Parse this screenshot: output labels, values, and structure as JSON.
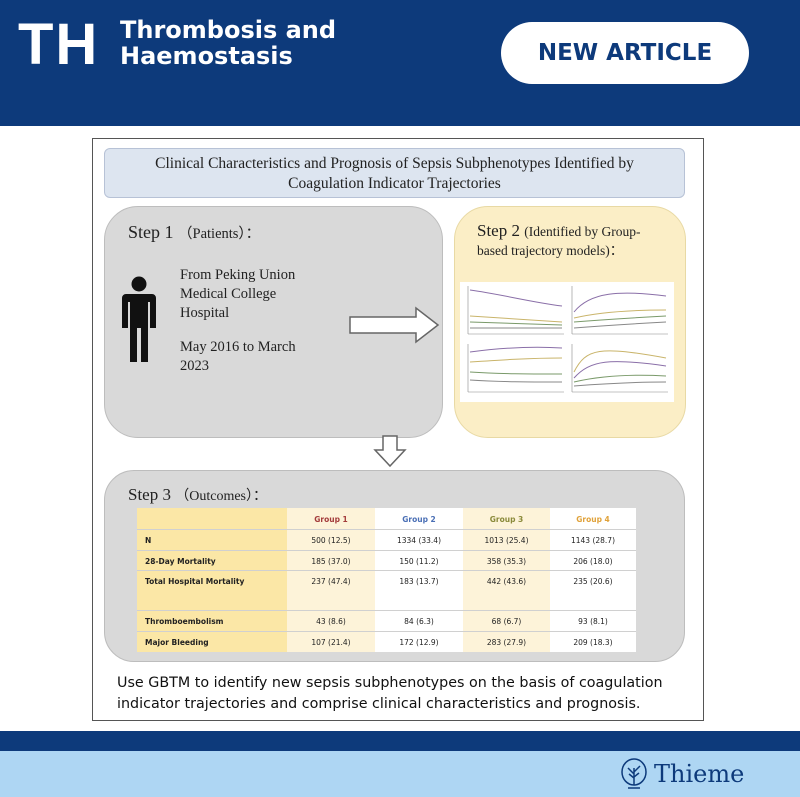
{
  "header": {
    "logo_abbr": "TH",
    "journal_line1": "Thrombosis and",
    "journal_line2": "Haemostasis",
    "badge": "NEW ARTICLE",
    "colors": {
      "primary": "#0d3a7b",
      "light_band": "#aed6f3"
    }
  },
  "abstract": {
    "title_line1": "Clinical Characteristics and Prognosis of Sepsis Subphenotypes Identified by",
    "title_line2": "Coagulation Indicator Trajectories",
    "step1": {
      "title": "Step 1",
      "subtitle": "（Patients）：",
      "source_line1": "From Peking Union",
      "source_line2": "Medical College",
      "source_line3": "Hospital",
      "period_line1": "May 2016 to March",
      "period_line2": "2023",
      "icon": "person-icon"
    },
    "step2": {
      "title": "Step 2",
      "subtitle_line1": "(Identified by Group-",
      "subtitle_line2": "based trajectory models)："
    },
    "step3": {
      "title": "Step 3",
      "subtitle": "（Outcomes）：",
      "table": {
        "headers": [
          "Group 1",
          "Group 2",
          "Group 3",
          "Group 4"
        ],
        "header_colors": [
          "#a33b3b",
          "#4a6fb5",
          "#8a8a3a",
          "#e0a23a"
        ],
        "rows": [
          {
            "label": "N",
            "values": [
              "500 (12.5)",
              "1334 (33.4)",
              "1013 (25.4)",
              "1143 (28.7)"
            ]
          },
          {
            "label": "28-Day Mortality",
            "values": [
              "185 (37.0)",
              "150 (11.2)",
              "358 (35.3)",
              "206 (18.0)"
            ]
          },
          {
            "label": "Total Hospital Mortality",
            "values": [
              "237 (47.4)",
              "183 (13.7)",
              "442 (43.6)",
              "235 (20.6)"
            ]
          },
          {
            "label": "Thromboembolism",
            "values": [
              "43 (8.6)",
              "84 (6.3)",
              "68 (6.7)",
              "93 (8.1)"
            ]
          },
          {
            "label": "Major Bleeding",
            "values": [
              "107 (21.4)",
              "172 (12.9)",
              "283 (27.9)",
              "209 (18.3)"
            ]
          }
        ]
      }
    },
    "conclusion_line1": "Use GBTM to identify new sepsis subphenotypes on the basis of coagulation",
    "conclusion_line2": "indicator trajectories and comprise clinical characteristics and prognosis."
  },
  "publisher": {
    "name": "Thieme",
    "icon": "tree-icon"
  }
}
